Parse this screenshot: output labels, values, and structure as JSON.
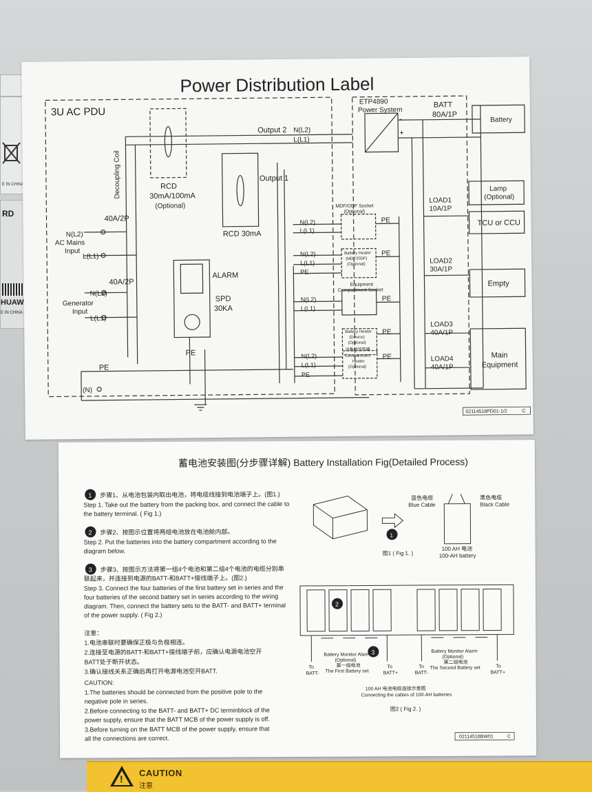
{
  "side_stickers": {
    "s1": "RD",
    "s2": "HUAWEI",
    "s3": "E IN CHINA",
    "s4": "E IN CHINA"
  },
  "top_label": {
    "title": "Power Distribution Label",
    "pdu_title": "3U AC PDU",
    "decoupling_coil": "Decoupling Coil",
    "rcd1": [
      "RCD",
      "30mA/100mA",
      "(Optional)"
    ],
    "rcd2": "RCD 30mA",
    "output1": "Output 1",
    "output2": "Output 2",
    "n_l2": "N(L2)",
    "l_l1": "L(L1)",
    "pe": "PE",
    "n_neutral": "(N)",
    "breaker_ac": "40A/2P",
    "breaker_gen": "40A/2P",
    "ac_mains": [
      "AC Mains",
      "Input"
    ],
    "generator": [
      "Generator",
      "Input"
    ],
    "alarm": "ALARM",
    "spd": [
      "SPD",
      "30KA"
    ],
    "etp": [
      "ETP4890",
      "Power System"
    ],
    "batt": [
      "BATT",
      "80A/1P"
    ],
    "battery": "Battery",
    "minus": "-",
    "plus": "+",
    "mdf_odf": [
      "MDF/ODF Socket",
      "(Optional)"
    ],
    "battery_heater_mdf": [
      "Battery Heater",
      "(MDF/ODF)",
      "(Optional)"
    ],
    "equipment_socket": [
      "Equipment",
      "Compartment Socket"
    ],
    "battery_heater_device": [
      "Battery Heater",
      "(Device)",
      "(Optional)"
    ],
    "compartment_heater": [
      "Compartment",
      "Heater",
      "(Optional)"
    ],
    "compartment_heater_cn": "设备舱加热器",
    "load1": [
      "LOAD1",
      "10A/1P"
    ],
    "load2": [
      "LOAD2",
      "30A/1P"
    ],
    "load3": [
      "LOAD3",
      "40A/1P"
    ],
    "load4": [
      "LOAD4",
      "40A/1P"
    ],
    "lamp": [
      "Lamp",
      "(Optional)"
    ],
    "tcu": "TCU or CCU",
    "empty": "Empty",
    "main_equipment": [
      "Main",
      "Equipment"
    ],
    "part_no": "02114518PD01-1/2",
    "rev": "C"
  },
  "bottom_label": {
    "title": "蓄电池安装图(分步骤详解) Battery Installation Fig(Detailed Process)",
    "step1_cn": "步骤1、从电池包装内取出电池，将电缆线接到电池端子上。(图1.)",
    "step1_en": [
      "Step 1. Take out the battery from the packing box, and connect the cable to",
      "the battery terminal. ( Fig 1.)"
    ],
    "step2_cn": "步骤2、按图示位置将两组电池放在电池舱内部。",
    "step2_en": [
      "Step 2. Put the batteries into the battery compartment according to the",
      "diagram below."
    ],
    "step3_cn": [
      "步骤3、按图示方法将第一组4个电池和第二组4个电池的电缆分别串",
      "联起来，并连接到电源的BATT-和BATT+接线端子上。(图2.)"
    ],
    "step3_en": [
      "Step 3. Connect the four batteries of the first battery set in series and the",
      "four batteries of the second battery set in series  according to the wiring",
      "diagram. Then, connect the battery sets to the BATT- and BATT+ terminal",
      "of the power supply. ( Fig 2.)"
    ],
    "note_cn_title": "注意：",
    "notes_cn": [
      "1.电池串联时要确保正极与负极相连。",
      "2.连接至电源的BATT-和BATT+接线端子前，应确认电源电池空开",
      "BATT处于断开状态。",
      "3.确认接线关系正确后再打开电源电池空开BATT."
    ],
    "caution_title": "CAUTION:",
    "cautions": [
      "1.The batteries should be connected from the positive pole to the",
      "negative pole in series.",
      "2.Before connecting to the BATT-  and  BATT+ DC terminblock of the",
      "power supply, ensure that the BATT MCB of the power supply is off.",
      "3.Before turning on the BATT MCB of the power supply, ensure that",
      "all the connections are correct."
    ],
    "blue_cable": [
      "蓝色电缆",
      "Blue Cable"
    ],
    "black_cable": [
      "黑色电缆",
      "Black Cable"
    ],
    "battery_100ah": [
      "100 AH 电池",
      "100-AH battery"
    ],
    "fig1": "图1 ( Fig 1. )",
    "monitor_alarm1": [
      "Battery Monitor Alarm",
      "(Optional)",
      "第一组电池",
      "The First Battery set"
    ],
    "monitor_alarm2": [
      "Battery Monitor Alarm",
      "(Optional)",
      "第二组电池",
      "The Second Battery set"
    ],
    "to_batt_minus": [
      "To",
      "BATT-"
    ],
    "to_batt_plus": [
      "To",
      "BATT+"
    ],
    "cables_caption": [
      "100 AH 电池电缆连接示意图",
      "Connecting the cables of 100-AH batteries"
    ],
    "fig2": "图2 ( Fig 2. )",
    "part_no": "02114518BW01",
    "rev": "C",
    "markers": [
      "1",
      "2",
      "3"
    ]
  },
  "caution_strip": {
    "title": "CAUTION",
    "sub": "注意"
  }
}
